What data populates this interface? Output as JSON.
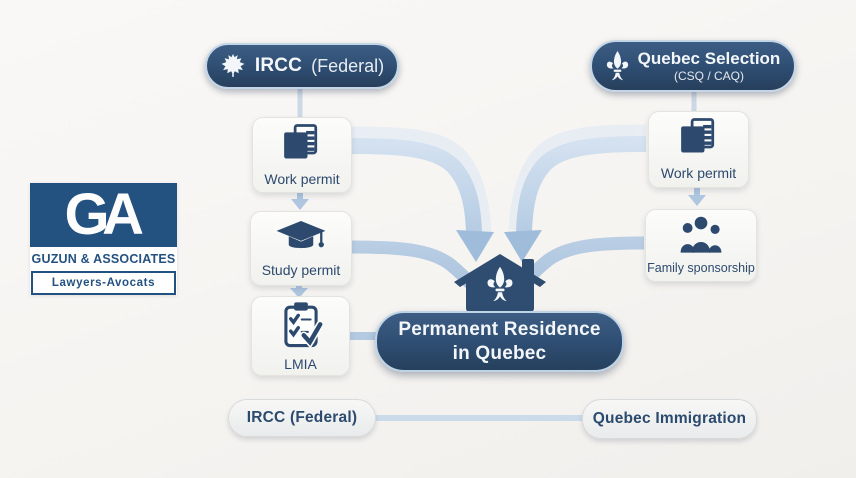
{
  "colors": {
    "navy": "#2e4d71",
    "icon_navy": "#2d4a6e",
    "arrow_blue": "#a9c3de",
    "arrow_blue_light": "#d3e1f0",
    "background": "#f7f5f2",
    "logo_blue": "#235180"
  },
  "logo": {
    "monogram": "GA",
    "firm_name": "GUZUN & ASSOCIATES",
    "tagline": "Lawyers-Avocats"
  },
  "flow": {
    "federal_source": {
      "label": "IRCC",
      "suffix": "(Federal)",
      "icon": "maple-leaf-icon"
    },
    "quebec_source": {
      "label": "Quebec Selection",
      "sub": "(CSQ / CAQ)",
      "icon": "fleur-de-lis-icon"
    },
    "left_steps": [
      {
        "label": "Work permit",
        "icon": "documents-icon"
      },
      {
        "label": "Study permit",
        "icon": "graduation-cap-icon"
      },
      {
        "label": "LMIA",
        "icon": "clipboard-check-icon"
      }
    ],
    "right_steps": [
      {
        "label": "Work permit",
        "icon": "documents-icon"
      },
      {
        "label": "Family sponsorship",
        "icon": "family-icon"
      }
    ],
    "destination": {
      "line1": "Permanent Residence",
      "line2": "in Quebec",
      "icon": "house-fleur-icon"
    },
    "footer": {
      "left": "IRCC (Federal)",
      "right": "Quebec Immigration"
    }
  }
}
